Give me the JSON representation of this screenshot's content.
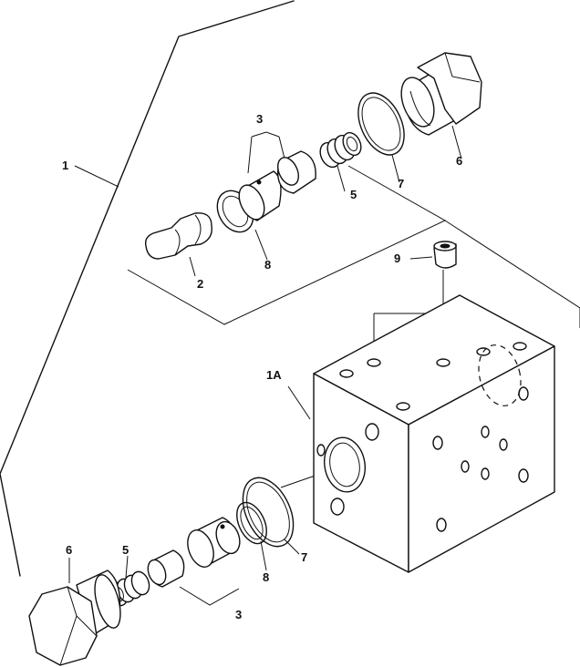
{
  "callouts": {
    "item_1": "1",
    "item_1A": "1A",
    "item_2": "2",
    "item_3_top": "3",
    "item_3_bottom": "3",
    "item_5_top": "5",
    "item_5_bottom": "5",
    "item_6_top": "6",
    "item_6_bottom": "6",
    "item_7_top": "7",
    "item_7_bottom": "7",
    "item_8_top": "8",
    "item_8_bottom": "8",
    "item_9": "9"
  }
}
